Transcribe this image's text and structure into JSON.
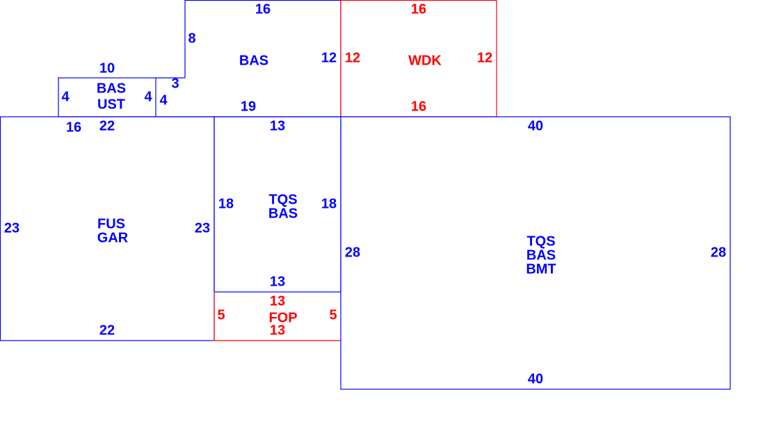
{
  "colors": {
    "main": "#0000ff",
    "secondary": "#ff0000"
  },
  "areas": {
    "bas_upper": {
      "labels": [
        "BAS"
      ],
      "dims": {
        "top": "16",
        "left": "8",
        "right": "12",
        "bottom": "19",
        "step": "3"
      }
    },
    "bas_ust": {
      "labels": [
        "BAS",
        "UST"
      ],
      "dims": {
        "top": "10",
        "bottom": "16",
        "left": "4",
        "right": "4",
        "right_outer": "4"
      }
    },
    "wdk": {
      "labels": [
        "WDK"
      ],
      "dims": {
        "top": "16",
        "bottom": "16",
        "left": "12",
        "right": "12"
      }
    },
    "fus_gar": {
      "labels": [
        "FUS",
        "GAR"
      ],
      "dims": {
        "top": "22",
        "bottom": "22",
        "left": "23",
        "right": "23"
      }
    },
    "tqs_bas": {
      "labels": [
        "TQS",
        "BAS"
      ],
      "dims": {
        "top": "13",
        "bottom": "13",
        "left": "18",
        "right": "18"
      }
    },
    "fop": {
      "labels": [
        "FOP"
      ],
      "dims": {
        "top": "13",
        "bottom": "13",
        "left": "5",
        "right": "5"
      }
    },
    "tqs_bas_bmt": {
      "labels": [
        "TQS",
        "BAS",
        "BMT"
      ],
      "dims": {
        "top": "40",
        "bottom": "40",
        "left": "28",
        "right": "28"
      }
    }
  }
}
